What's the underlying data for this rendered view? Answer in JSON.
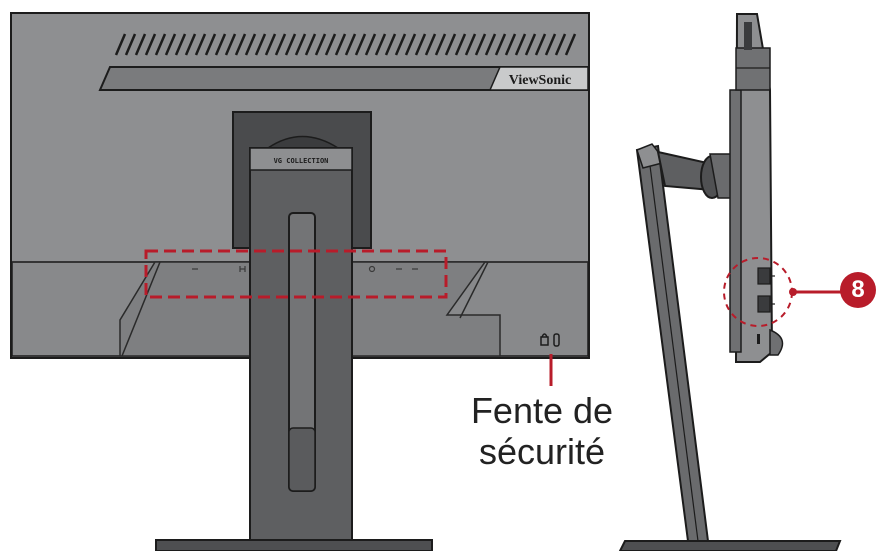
{
  "brand_label": "ViewSonic",
  "stand_label": "VG COLLECTION",
  "callouts": {
    "security_slot_line1": "Fente de",
    "security_slot_line2": "sécurité",
    "usb_number": "8"
  },
  "colors": {
    "monitor_body": "#8e8f91",
    "monitor_dark": "#6f7072",
    "stand": "#5e5f61",
    "accent_red": "#b81c2a",
    "outline": "#1c1c1c"
  }
}
